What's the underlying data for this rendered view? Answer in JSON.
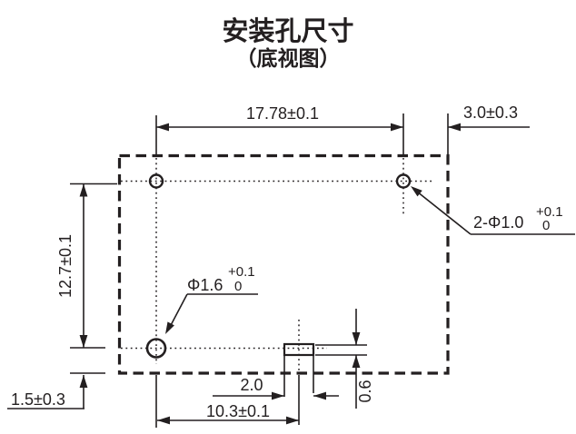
{
  "title": "安装孔尺寸",
  "subtitle": "（底视图）",
  "dimensions": {
    "hole_spacing_horizontal": "17.78±0.1",
    "edge_offset_right": "3.0±0.3",
    "hole_spacing_vertical": "12.7±0.1",
    "edge_offset_bottom": "1.5±0.3",
    "slot_offset_horizontal": "10.3±0.1",
    "slot_width": "2.0",
    "slot_height": "0.6"
  },
  "hole_labels": {
    "small_holes": {
      "prefix": "2-Φ1.0",
      "tol_upper": "+0.1",
      "tol_lower": "0"
    },
    "large_hole": {
      "prefix": "Φ1.6",
      "tol_upper": "+0.1",
      "tol_lower": "0"
    }
  },
  "colors": {
    "ink": "#231f20",
    "background": "#ffffff"
  }
}
